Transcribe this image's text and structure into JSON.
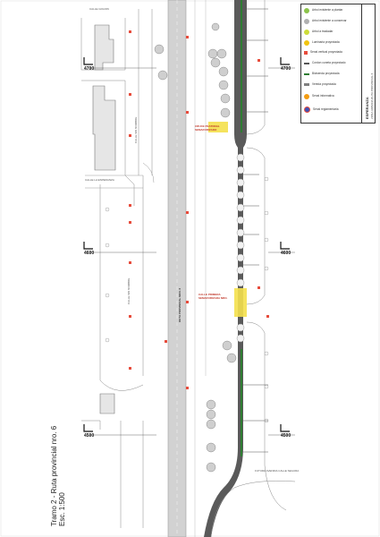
{
  "caption": {
    "line1": "Tramo 2 - Ruta provincial nro. 6",
    "line2": "Esc. 1:500"
  },
  "station_marks": [
    "4700",
    "4700",
    "4600",
    "4600",
    "4500",
    "4500"
  ],
  "streets": {
    "calle_upper": "CALLE GOLDIN",
    "calle_left_upper": "CALLE SIN NOMBRE",
    "calle_mid": "CALLE LA ESPERANZA",
    "ruta": "RUTA PROVINCIAL NRO. 6",
    "calle_mid_left": "CALLE SIN NOMBRE",
    "calle_bottom": "FUTURA AVENIDA CALLE SEGURA"
  },
  "callouts": {
    "crossing_top": "CRUCE PEATONAL SEMAFORIZADO",
    "crossing_mid": "CALLE PRIMERA SEMAFORIZADA NRO."
  },
  "legend": {
    "items": [
      {
        "label": "Arbol existente a plantar",
        "color": "#8bc34a"
      },
      {
        "label": "Arbol existente a conservar",
        "color": "#b0b0b0"
      },
      {
        "label": "Arbol a trasladar",
        "color": "#cddc39"
      },
      {
        "label": "Luminaria proyectada",
        "color": "#f1c40f"
      },
      {
        "label": "Senal vertical proyectada",
        "color": "#e74c3c"
      },
      {
        "label": "Cordon cuneta proyectado",
        "color": "#555555"
      },
      {
        "label": "Bicisenda proyectada",
        "color": "#2e7d32"
      },
      {
        "label": "Vereda proyectada",
        "color": "#7f7f7f"
      },
      {
        "label": "Senal informativa",
        "color": "#f39c12"
      },
      {
        "label": "Senal reglamentaria",
        "color": "#3f51b5"
      }
    ],
    "strip_text": "ESPERANZA",
    "strip_sub": "ZONA URBANA RUTA PROVINCIAL 6"
  }
}
